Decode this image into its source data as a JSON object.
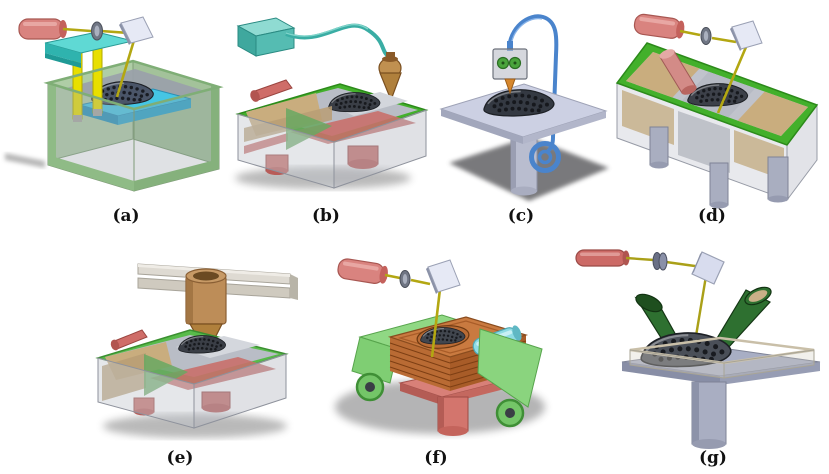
{
  "figure": {
    "background": "#ffffff",
    "description": "Seven schematic illustrations of additive manufacturing processes arranged in two rows"
  },
  "panels": [
    {
      "label": "(a)",
      "components": [
        "laser",
        "lens",
        "mirror",
        "gantry-bracket",
        "pillars",
        "resin-vat",
        "build-platform",
        "scaffold"
      ]
    },
    {
      "label": "(b)",
      "components": [
        "binder-reservoir",
        "feed-tube",
        "printhead-nozzle",
        "powder-roller",
        "feed-chamber",
        "build-chamber",
        "pistons",
        "scaffold"
      ]
    },
    {
      "label": "(c)",
      "components": [
        "filament-spool",
        "filament-tube",
        "extruder-head",
        "drive-gears",
        "nozzle",
        "build-table",
        "pedestal",
        "scaffold"
      ]
    },
    {
      "label": "(d)",
      "components": [
        "laser",
        "lens",
        "mirror",
        "powder-roller",
        "feed-chambers",
        "build-chamber",
        "pistons",
        "scaffold"
      ]
    },
    {
      "label": "(e)",
      "components": [
        "gantry-rail",
        "dispenser-nozzle",
        "powder-roller",
        "feed-chamber",
        "build-chamber",
        "pistons",
        "scaffold"
      ]
    },
    {
      "label": "(f)",
      "components": [
        "laser",
        "lens",
        "mirror",
        "sheet-belt",
        "belt-rollers",
        "laminate-stack",
        "pressure-roller",
        "platform",
        "pedestal",
        "scaffold"
      ]
    },
    {
      "label": "(g)",
      "components": [
        "laser",
        "lens",
        "mirror",
        "powder-feed-nozzles",
        "build-tray",
        "pedestal",
        "scaffold"
      ]
    }
  ],
  "palette": {
    "laser_red": "#d9837f",
    "beam_yellow": "#b3a712",
    "mirror_white": "#e6e9f5",
    "frame_green": "#43b02b",
    "powder_tan": "#c9ad7e",
    "roller_red": "#cf6d68",
    "piston_red": "#c96f6a",
    "platform_cyan": "#45c6e4",
    "vat_green": "#9cc394",
    "binder_teal": "#4fb8ac",
    "nozzle_brown": "#c09050",
    "filament_blue": "#4a84cc",
    "table_gray": "#ccd0e3",
    "laminate_orange": "#c97a40",
    "belt_green": "#86d37a",
    "roller_cyan": "#8fdce4",
    "ded_cone_green": "#2e7030",
    "pedestal_gray": "#a9aec2",
    "scaffold_dark": "#3e434b"
  }
}
